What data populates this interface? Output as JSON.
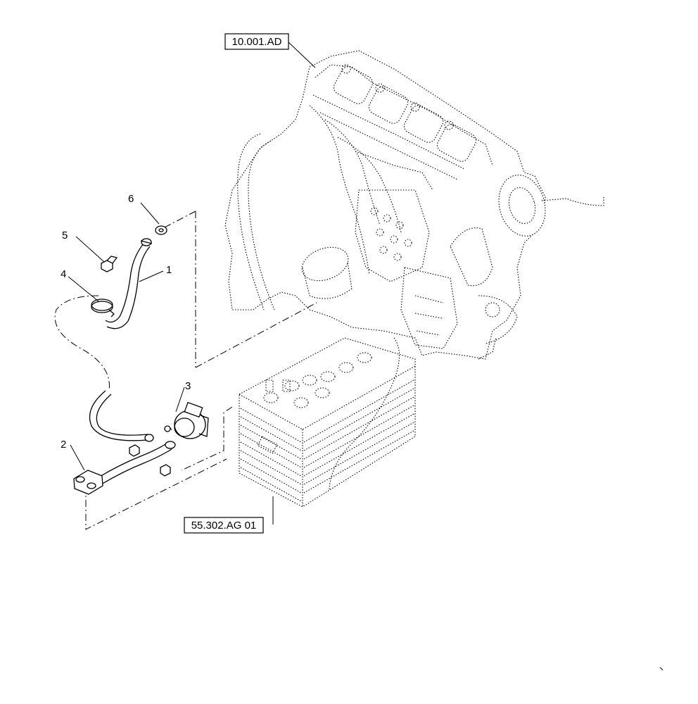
{
  "callouts": [
    {
      "number": "1",
      "part": "cable"
    },
    {
      "number": "2",
      "part": "battery-clamp-cable"
    },
    {
      "number": "3",
      "part": "switch"
    },
    {
      "number": "4",
      "part": "clamp"
    },
    {
      "number": "5",
      "part": "bolt"
    },
    {
      "number": "6",
      "part": "washer"
    }
  ],
  "references": {
    "engine": "10.001.AD",
    "battery": "55.302.AG 01"
  }
}
